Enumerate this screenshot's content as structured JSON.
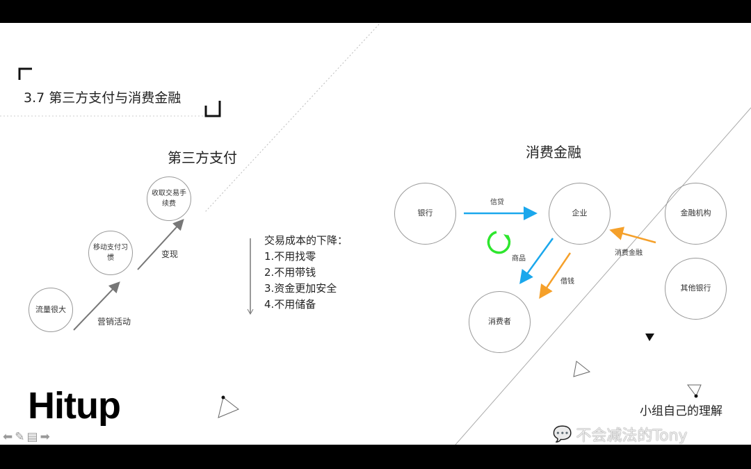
{
  "slide_title": "3.7  第三方支付与消费金融",
  "left": {
    "heading": "第三方支付",
    "nodes": [
      "流量很大",
      "移动支付习惯",
      "收取交易手续费"
    ],
    "arrow_labels": [
      "营销活动",
      "变现"
    ],
    "list_title": "交易成本的下降：",
    "list_items": [
      "1.不用找零",
      "2.不用带钱",
      "3.资金更加安全",
      "4.不用储备"
    ]
  },
  "right": {
    "heading": "消费金融",
    "nodes": {
      "bank": "银行",
      "enterprise": "企业",
      "consumer": "消费者",
      "finance": "金融机构",
      "other_bank": "其他银行"
    },
    "arrow_labels": {
      "credit": "信贷",
      "goods": "商品",
      "borrow": "借钱",
      "consumer_finance": "消费金融"
    },
    "colors": {
      "blue": "#1aa7ec",
      "orange": "#f5a02a",
      "green": "#2ee62e"
    }
  },
  "logo": "Hitup",
  "note": "小组自己的理解",
  "watermark": "不会减法的Tony",
  "toolbar": {
    "icons": [
      "arrow-left-icon",
      "pencil-icon",
      "notes-icon",
      "arrow-right-icon"
    ]
  }
}
